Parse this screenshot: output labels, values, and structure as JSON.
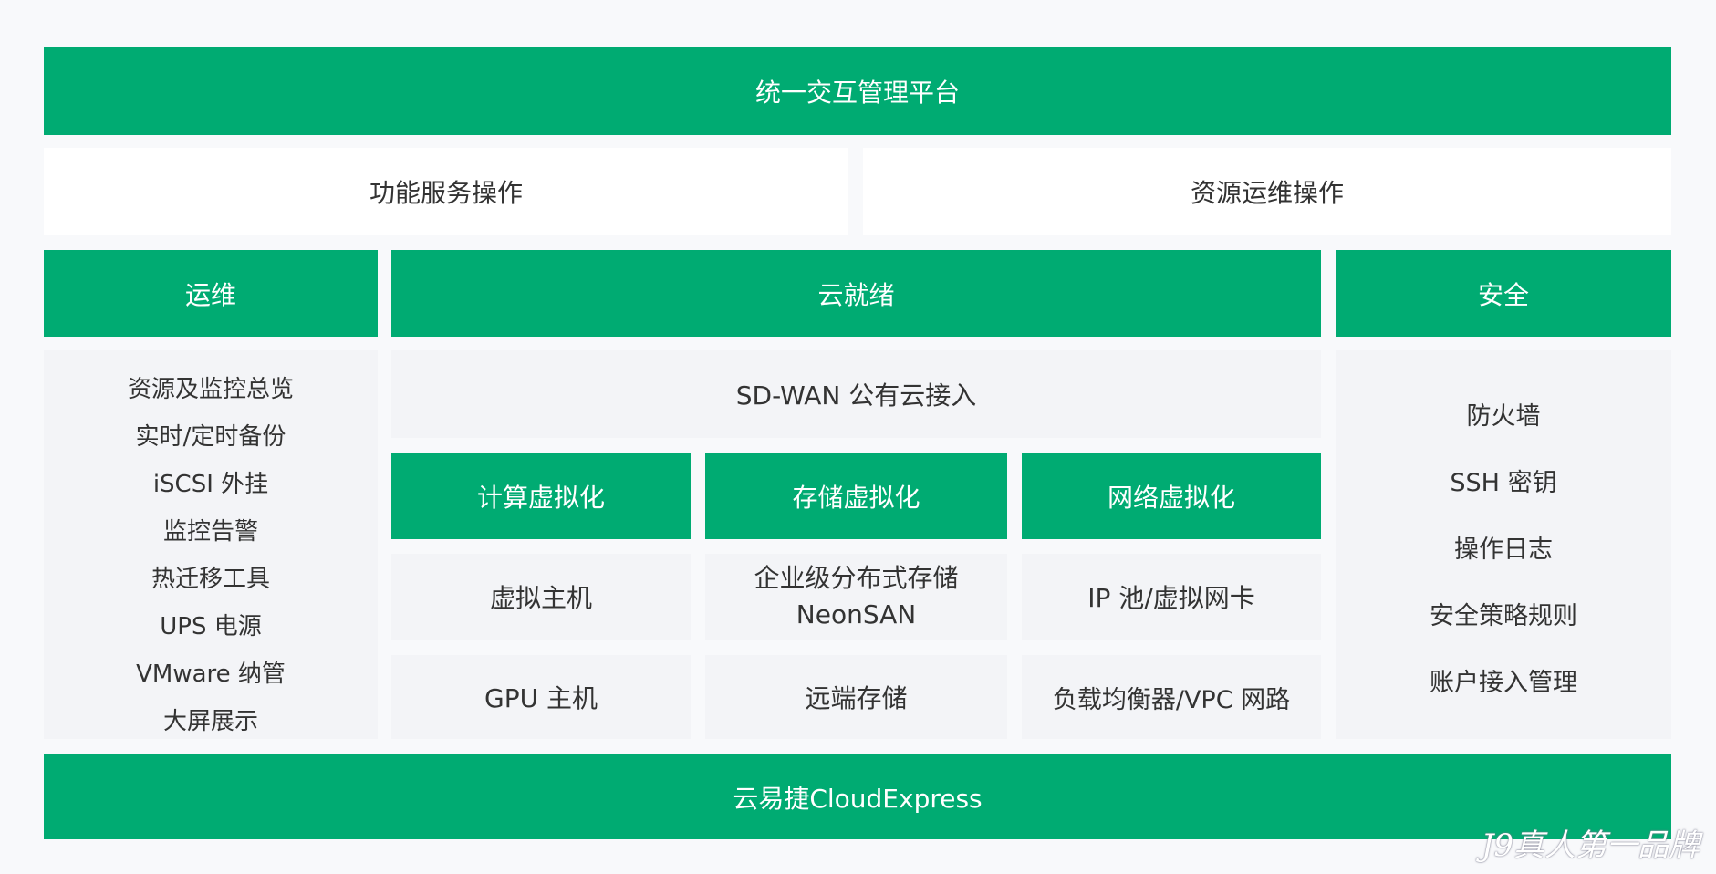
{
  "colors": {
    "green": "#00ab72",
    "light_panel": "#f3f4f7",
    "text_dark": "#333333"
  },
  "top_bar": "统一交互管理平台",
  "operations": {
    "left": "功能服务操作",
    "right": "资源运维操作"
  },
  "ops_column": {
    "title": "运维",
    "items": [
      "资源及监控总览",
      "实时/定时备份",
      "iSCSI 外挂",
      "监控告警",
      "热迁移工具",
      "UPS 电源",
      "VMware  纳管",
      "大屏展示"
    ]
  },
  "cloud_column": {
    "title": "云就绪",
    "sdwan": "SD-WAN 公有云接入",
    "compute": {
      "title": "计算虚拟化",
      "items": [
        "虚拟主机",
        "GPU 主机"
      ]
    },
    "storage": {
      "title": "存储虚拟化",
      "item1_line1": "企业级分布式存储",
      "item1_line2": "NeonSAN",
      "item2": "远端存储"
    },
    "network": {
      "title": "网络虚拟化",
      "items": [
        "IP 池/虚拟网卡",
        "负载均衡器/VPC  网路"
      ]
    }
  },
  "security_column": {
    "title": "安全",
    "items": [
      "防火墙",
      "SSH  密钥",
      "操作日志",
      "安全策略规则",
      "账户接入管理"
    ]
  },
  "bottom_bar": "云易捷CloudExpress",
  "watermark": "J9真人第一品牌"
}
